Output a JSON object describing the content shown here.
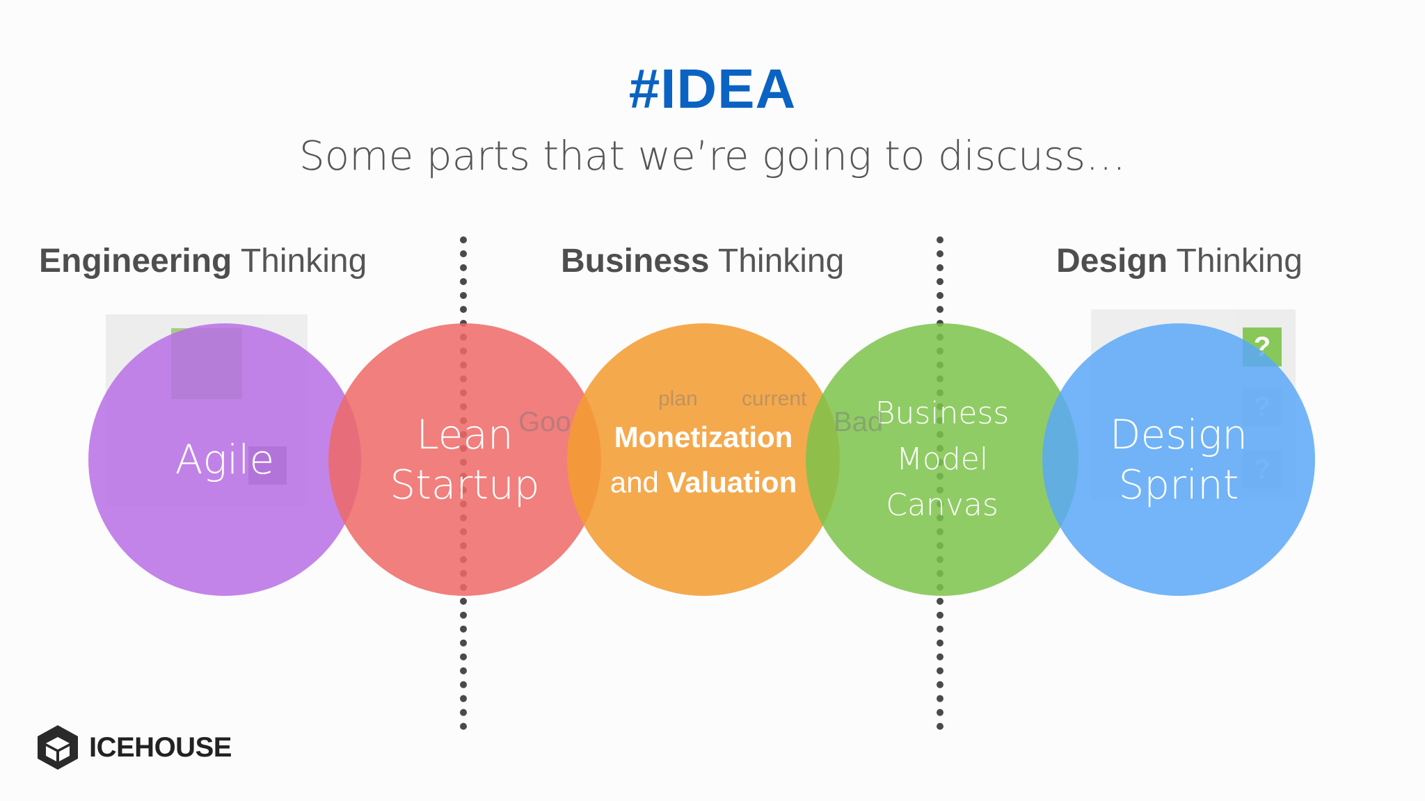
{
  "title": "#IDEA",
  "subtitle": "Some parts that we’re going to discuss…",
  "columns": [
    {
      "bold": "Engineering",
      "rest": " Thinking"
    },
    {
      "bold": "Business",
      "rest": " Thinking"
    },
    {
      "bold": "Design",
      "rest": " Thinking"
    }
  ],
  "circles": [
    {
      "lines": [
        "Agile"
      ],
      "color": "#b86fe6"
    },
    {
      "lines": [
        "Lean",
        "Startup"
      ],
      "color": "#ee6866"
    },
    {
      "line1_bold": "Monetization",
      "line2_regular": "and ",
      "line2_bold": "Valuation",
      "color": "#f39c32"
    },
    {
      "lines": [
        "Business",
        "Model",
        "Canvas"
      ],
      "color": "#7cc34a"
    },
    {
      "lines": [
        "Design",
        "Sprint"
      ],
      "color": "#5aa8f7"
    }
  ],
  "background_labels": {
    "good": "Goo",
    "plan": "plan",
    "current": "current",
    "bad": "Bad",
    "q1": "?",
    "q2": "?",
    "q3": "?"
  },
  "logo": {
    "text": "ICEHOUSE",
    "icon": "icehouse-cube-icon"
  },
  "colors": {
    "title": "#0a63c2",
    "text": "#555555",
    "divider": "#4a4a4a"
  }
}
